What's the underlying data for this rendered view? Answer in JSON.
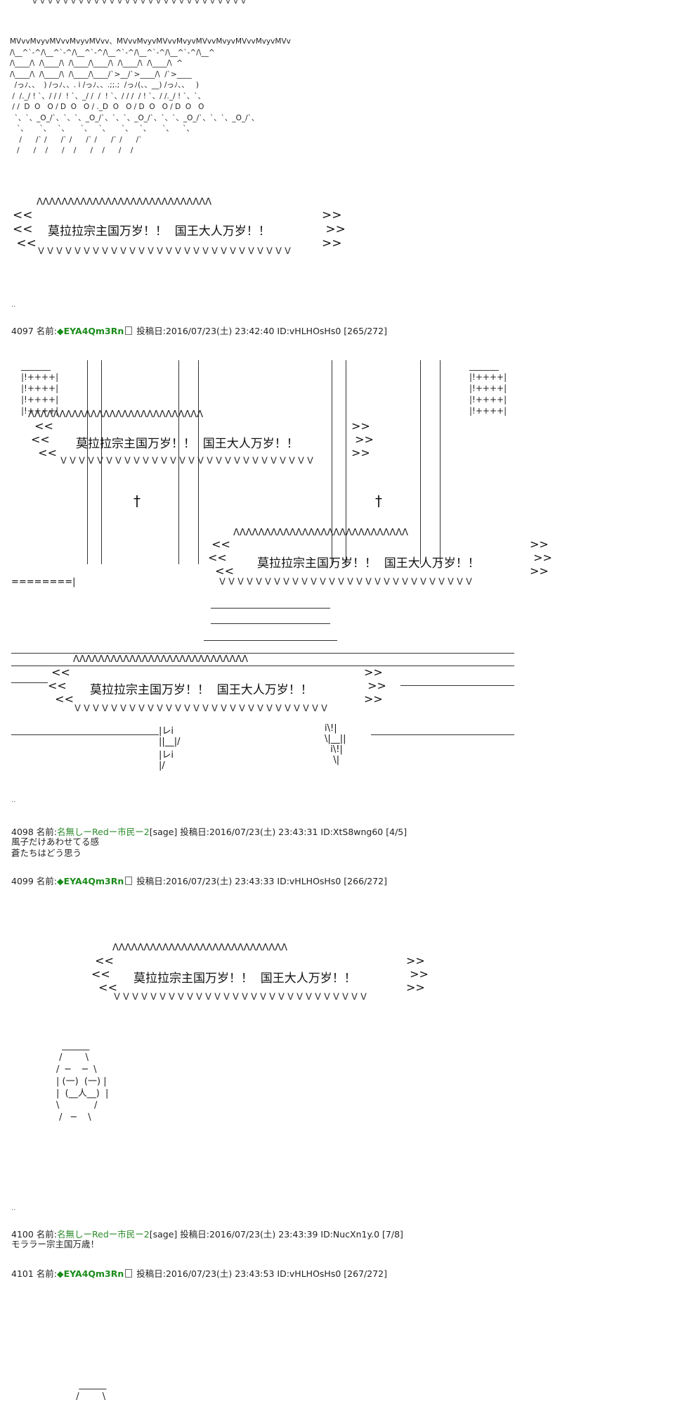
{
  "chant": "莫拉拉宗主国万岁！！  国王大人万岁！！",
  "chant_variant": "モララー宗主国万歳！",
  "art": {
    "top_v_row": "ＶＶＶＶＶＶＶＶＶＶＶＶＶＶＶＶＶＶＶＶＶＶＶＶＶＶＶＶ",
    "crowd": "MVvvMvyvMVvvMvyvMVvv、MVvvMvyvMVvvMvyvMVvvMvyvMVvvMvyvMVv\n/\\__^`-^/\\__^`-^/\\__^`-^/\\__^`-^/\\__^`-^/\\__^`-^/\\__^\n/\\____/\\  /\\____/\\  /\\____/\\____/\\  /\\____/\\  /\\____/\\  ^\n/\\____/\\  /\\____/\\  /\\____/\\____/`>__/`>____/\\  /`>____\n  /っﾉ、、  ) /っﾉ、、. i /っﾉ、、.;;.;  /っﾉ(、、__) /っﾉ、、   )\n /  /._/ ! `、/ / /  ! `、_/ /  /  ! `、/ / /  / ! `、/ /._/ ! `、`、\n / /  D  O   O / D  O   O / ._D  O   O / D  O   O / D  O   O\n  `、`、_O_/`、`、`、_O_/`、`、`、_O_/`、`、`、_O_/`、`、`、_O_/`、\n   `、     `、   `、     `、   `、     `、   `、     `、    `、\n    /      /` /      /` /      /` /      /` /      /`\n   /      /    /      /    /      /    /      /    /",
    "banner_top": "ΛΛΛΛΛΛΛΛΛΛΛΛΛΛΛΛΛΛΛΛΛΛΛΛΛΛΛΛ",
    "banner_bottom": "ＶＶＶＶＶＶＶＶＶＶＶＶＶＶＶＶＶＶＶＶＶＶＶＶＶＶＶＶ",
    "castle_small": "_______\n|!++++|\n|!++++|\n|!++++|\n|!++++|",
    "face1": "  ______\n /        \\\n/  ─    ─  \\\n| (一)  (一) |\n|  (__人__)  |\n\\            /\n /   ─    \\",
    "face2": "   ______\n  /        \\"
  },
  "posts": [
    {
      "number": "4097",
      "name_label": "名前:",
      "name": "◆EYA4Qm3Rn",
      "post_label": "投稿日:",
      "date": "2016/07/23(土) 23:42:40",
      "id": "ID:vHLHOsHs0",
      "count": "[265/272]"
    },
    {
      "number": "4098",
      "name_label": "名前:",
      "name": "名無しーRedー市民ー2",
      "sage": "[sage]",
      "post_label": "投稿日:",
      "date": "2016/07/23(土) 23:43:31",
      "id": "ID:XtS8wng60",
      "count": "[4/5]",
      "body": "風子だけあわせてる感\n蒼たちはどう思う"
    },
    {
      "number": "4099",
      "name_label": "名前:",
      "name": "◆EYA4Qm3Rn",
      "post_label": "投稿日:",
      "date": "2016/07/23(土) 23:43:33",
      "id": "ID:vHLHOsHs0",
      "count": "[266/272]"
    },
    {
      "number": "4100",
      "name_label": "名前:",
      "name": "名無しーRedー市民ー2",
      "sage": "[sage]",
      "post_label": "投稿日:",
      "date": "2016/07/23(土) 23:43:39",
      "id": "ID:NucXn1y.0",
      "count": "[7/8]",
      "body": "モララー宗主国万歳！"
    },
    {
      "number": "4101",
      "name_label": "名前:",
      "name": "◆EYA4Qm3Rn",
      "post_label": "投稿日:",
      "date": "2016/07/23(土) 23:43:53",
      "id": "ID:vHLHOsHs0",
      "count": "[267/272]"
    }
  ],
  "separator": ".."
}
